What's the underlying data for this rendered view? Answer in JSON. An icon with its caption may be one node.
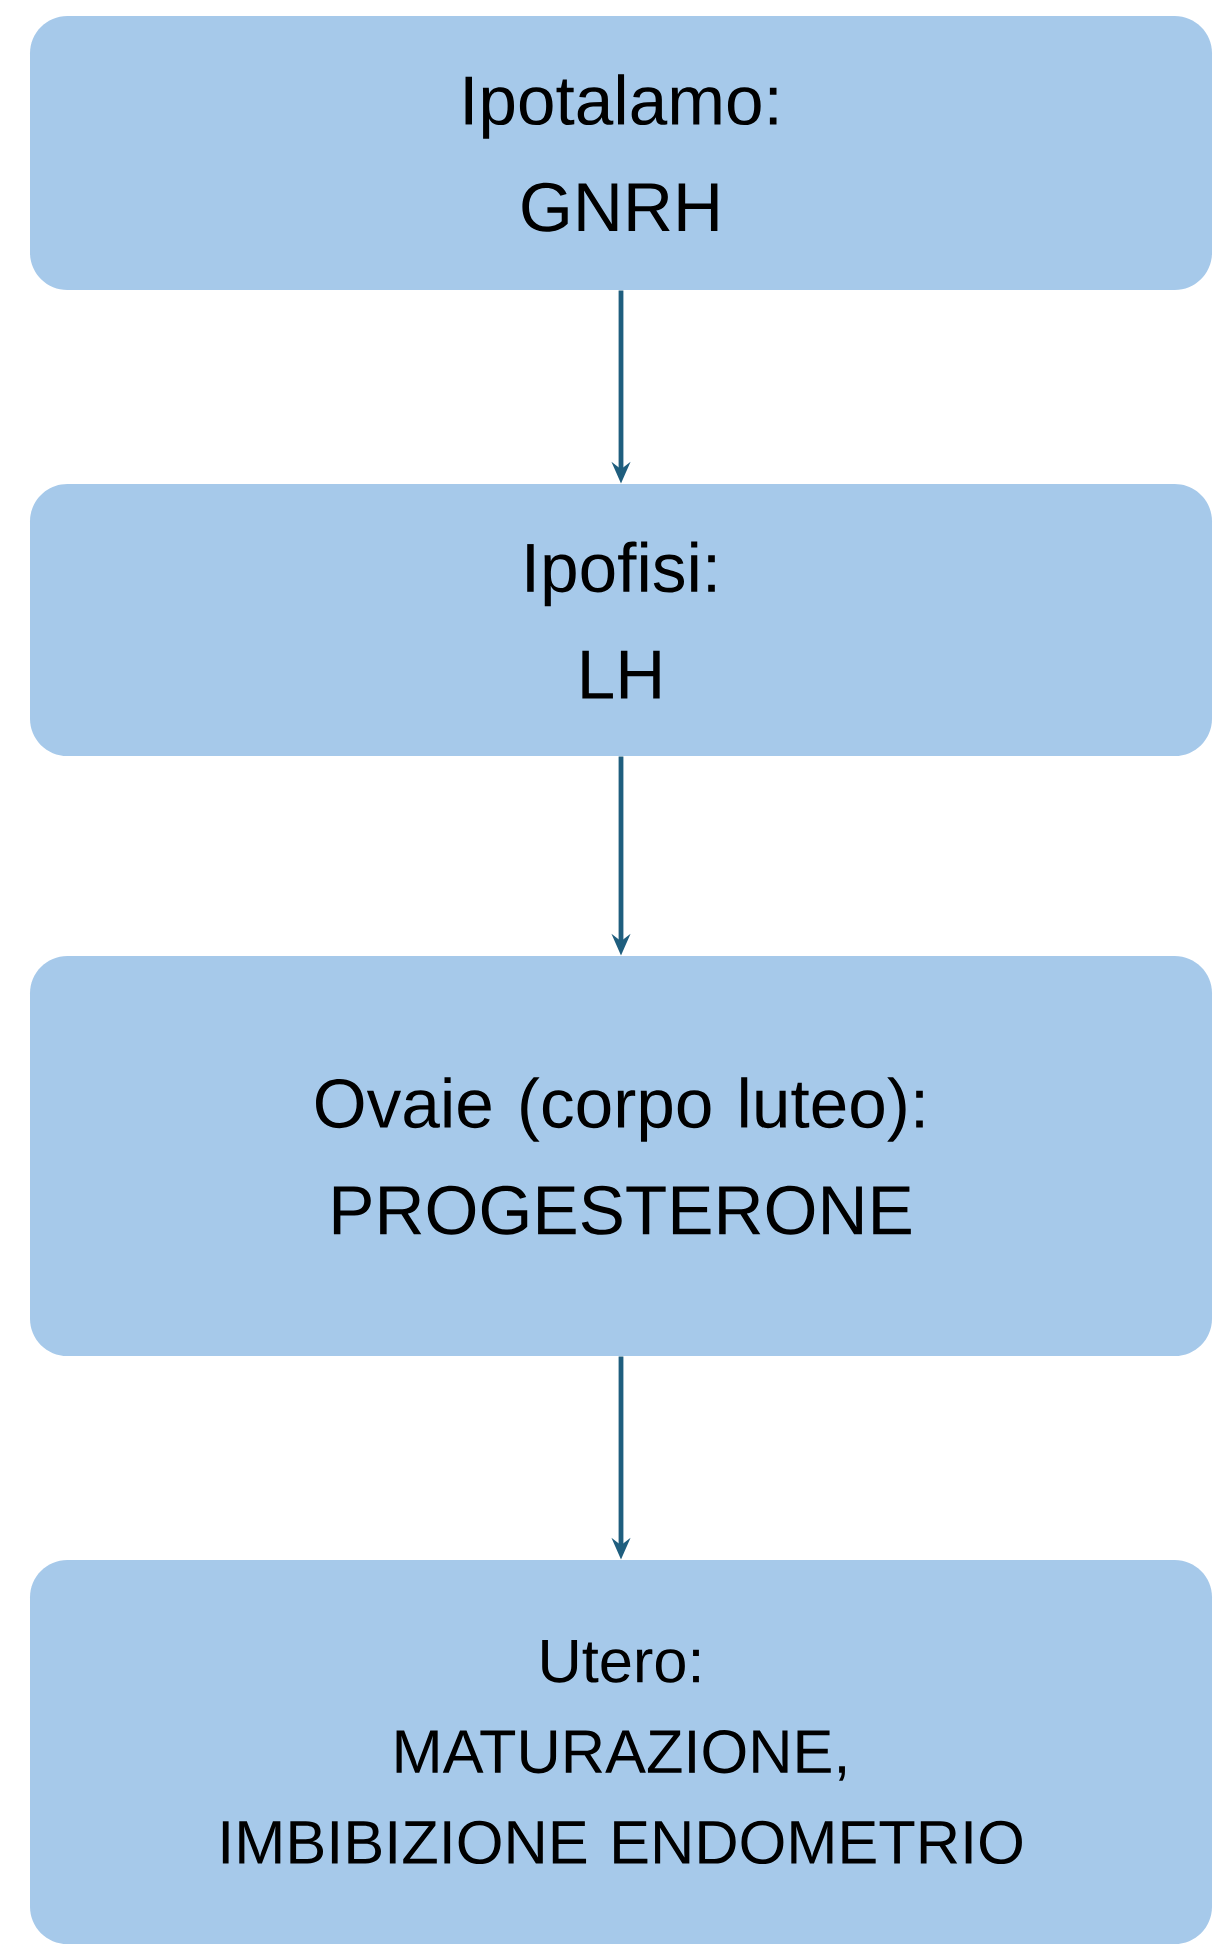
{
  "diagram": {
    "nodes": [
      {
        "text": [
          "Ipotalamo:",
          "GNRH"
        ]
      },
      {
        "text": [
          "Ipofisi:",
          "LH"
        ]
      },
      {
        "text": [
          "Ovaie (corpo luteo):",
          "PROGESTERONE"
        ]
      },
      {
        "text": [
          "Utero:",
          "MATURAZIONE, IMBIBIZIONE ENDOMETRIO"
        ]
      }
    ],
    "edges": [
      {
        "from": 0,
        "to": 1,
        "arrow": "to"
      },
      {
        "from": 1,
        "to": 2,
        "arrow": "to"
      },
      {
        "from": 2,
        "to": 3,
        "arrow": "to"
      }
    ]
  }
}
